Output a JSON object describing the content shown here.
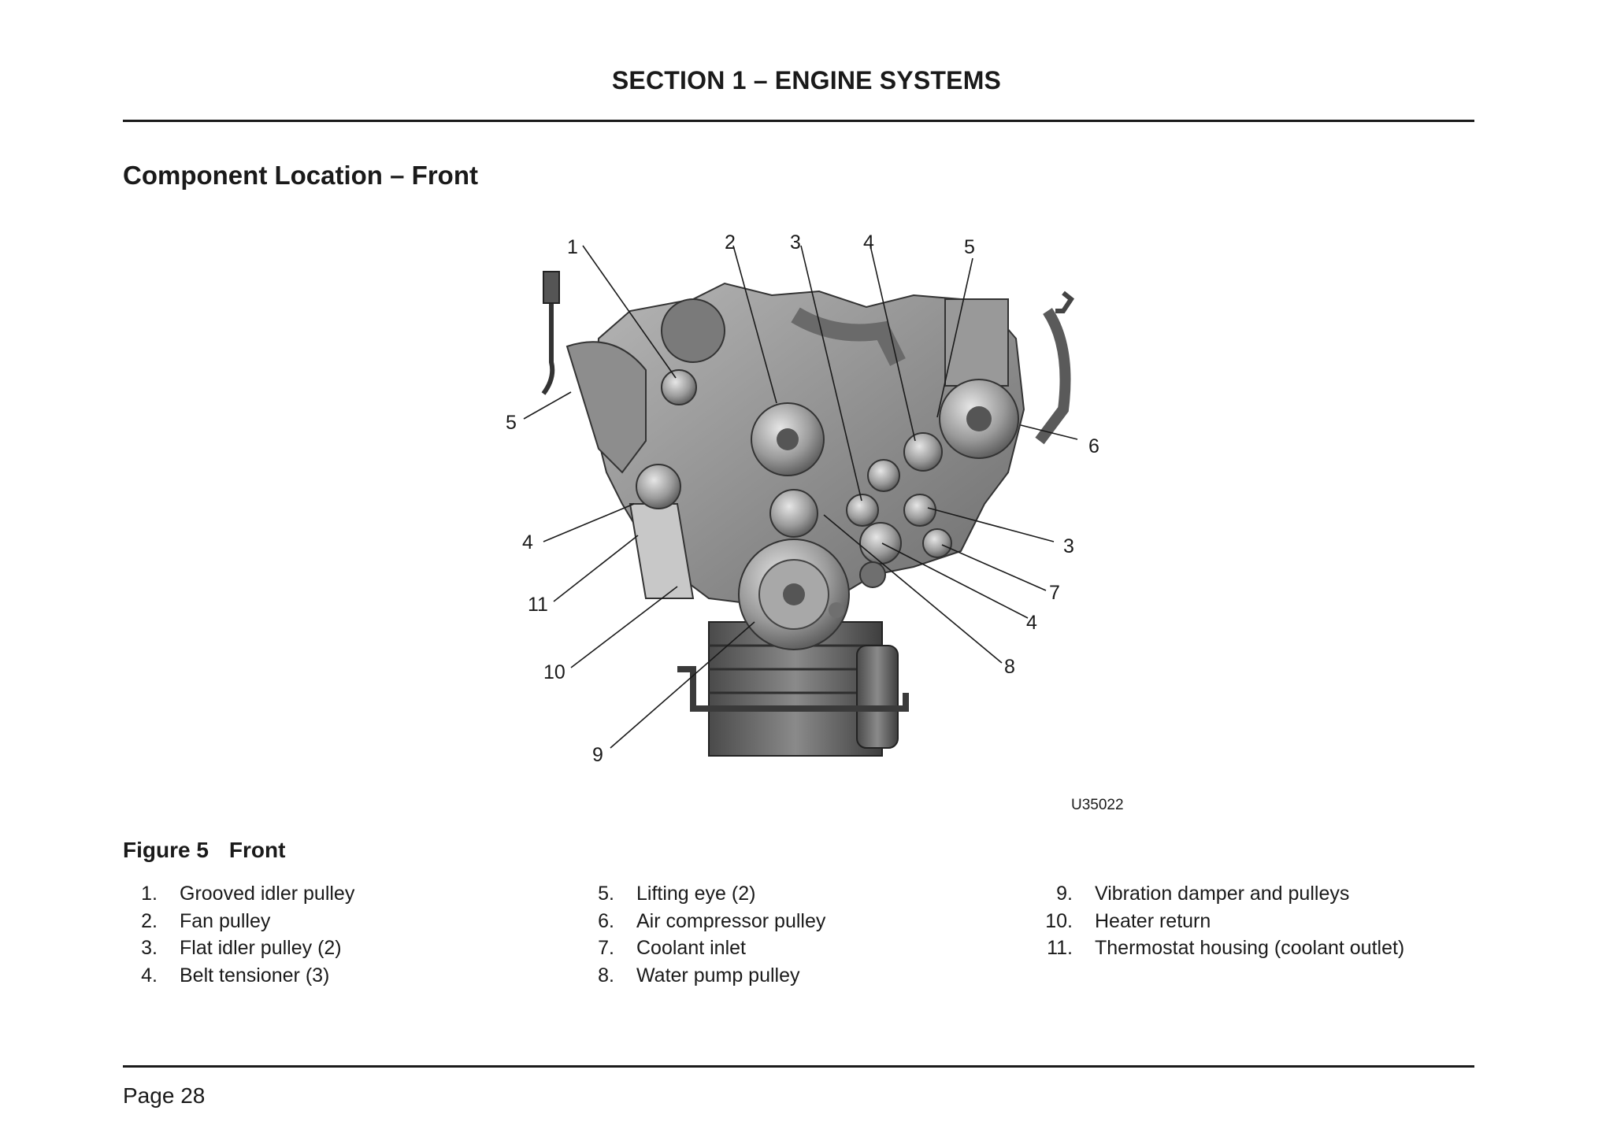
{
  "header": {
    "section_title": "SECTION 1 – ENGINE SYSTEMS"
  },
  "page_heading": "Component Location – Front",
  "figure": {
    "code": "U35022",
    "caption_label": "Figure 5",
    "caption_title": "Front",
    "callouts": [
      "1",
      "2",
      "3",
      "4",
      "5",
      "5",
      "6",
      "4",
      "3",
      "11",
      "7",
      "4",
      "10",
      "8",
      "9"
    ]
  },
  "legend": {
    "col1": [
      {
        "num": "1.",
        "text": "Grooved idler pulley"
      },
      {
        "num": "2.",
        "text": "Fan pulley"
      },
      {
        "num": "3.",
        "text": "Flat idler pulley (2)"
      },
      {
        "num": "4.",
        "text": "Belt tensioner (3)"
      }
    ],
    "col2": [
      {
        "num": "5.",
        "text": "Lifting eye (2)"
      },
      {
        "num": "6.",
        "text": "Air compressor pulley"
      },
      {
        "num": "7.",
        "text": "Coolant inlet"
      },
      {
        "num": "8.",
        "text": "Water pump pulley"
      }
    ],
    "col3": [
      {
        "num": "9.",
        "text": "Vibration damper and pulleys"
      },
      {
        "num": "10.",
        "text": "Heater return"
      },
      {
        "num": "11.",
        "text": "Thermostat housing (coolant outlet)"
      }
    ]
  },
  "footer": {
    "page_label": "Page",
    "page_number": "28"
  }
}
